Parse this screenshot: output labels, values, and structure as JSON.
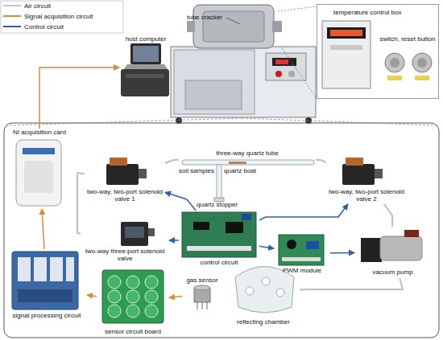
{
  "diagram": {
    "nodes": [
      {
        "text": [
          "host computer"
        ]
      },
      {
        "text": [
          "temperature control box",
          "switch, reset button"
        ]
      },
      {
        "text": [
          "NI acquisition card"
        ]
      },
      {
        "text": [
          "three-way quartz tube"
        ]
      },
      {
        "text": [
          "two-way, two-port solenoid valve 1"
        ]
      },
      {
        "text": [
          "two-way, two-port solenoid valve 2"
        ]
      },
      {
        "text": [
          "two-way three-port solenoid valve"
        ]
      },
      {
        "text": [
          "control circuit"
        ]
      },
      {
        "text": [
          "PWM module"
        ]
      },
      {
        "text": [
          "vacuum pump"
        ]
      },
      {
        "text": [
          "signal processing circuit"
        ]
      },
      {
        "text": [
          "sensor circuit board"
        ]
      },
      {
        "text": [
          "gas sensor"
        ]
      },
      {
        "text": [
          "reflecting chamber"
        ]
      }
    ],
    "edges": [
      {
        "from": 3,
        "to": 4,
        "arrow": "none"
      },
      {
        "from": 4,
        "to": 6,
        "arrow": "none"
      },
      {
        "from": 3,
        "to": 5,
        "arrow": "none"
      },
      {
        "from": 5,
        "to": 9,
        "arrow": "none"
      },
      {
        "from": 9,
        "to": 13,
        "arrow": "none"
      },
      {
        "from": 7,
        "to": 4,
        "arrow": "to"
      },
      {
        "from": 7,
        "to": 5,
        "arrow": "to"
      },
      {
        "from": 7,
        "to": 6,
        "arrow": "to"
      },
      {
        "from": 7,
        "to": 8,
        "arrow": "to"
      },
      {
        "from": 8,
        "to": 9,
        "arrow": "to"
      },
      {
        "from": 12,
        "to": 11,
        "arrow": "to"
      },
      {
        "from": 11,
        "to": 10,
        "arrow": "to"
      },
      {
        "from": 10,
        "to": 2,
        "arrow": "to"
      },
      {
        "from": 2,
        "to": 0,
        "arrow": "to"
      }
    ],
    "labels": [
      "tube cracker",
      "soil samples",
      "quartz boat",
      "quartz stopper"
    ],
    "legend": [
      {
        "text": "Air circuit"
      },
      {
        "text": "Signal acquisition circuit"
      },
      {
        "text": "Control circuit"
      }
    ]
  }
}
